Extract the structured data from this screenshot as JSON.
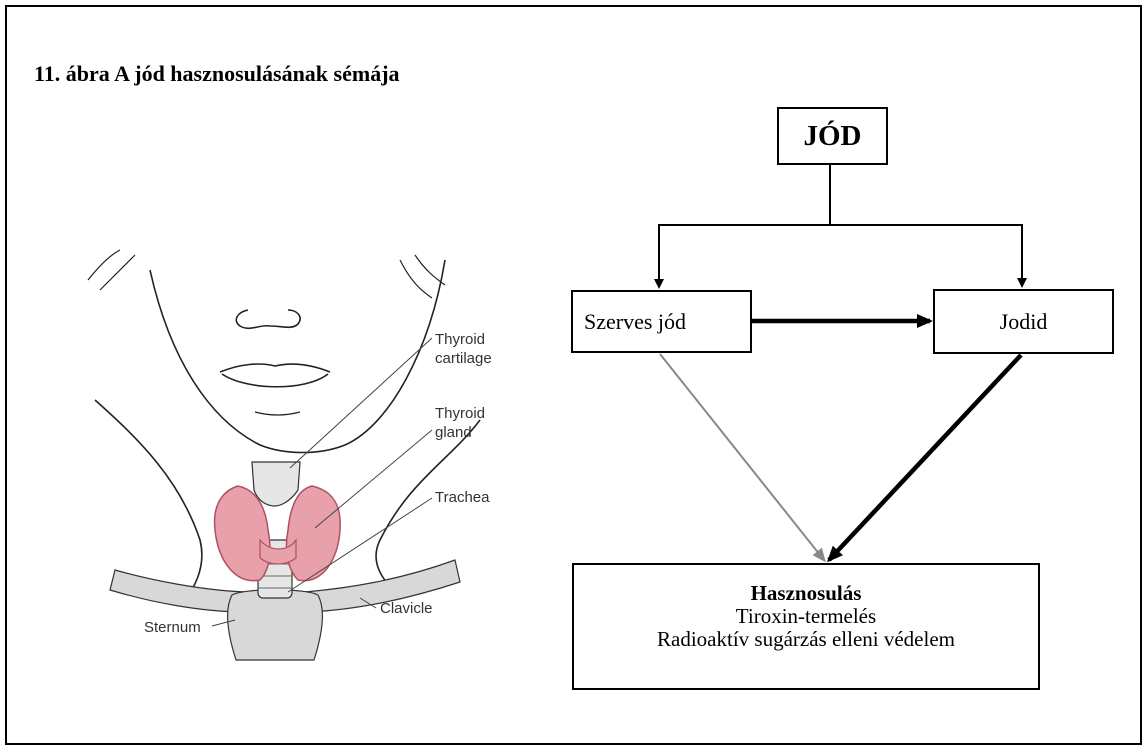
{
  "caption": "11. ábra A jód hasznosulásának sémája",
  "illustration": {
    "labels": {
      "thyroid_cartilage_line1": "Thyroid",
      "thyroid_cartilage_line2": "cartilage",
      "thyroid_gland_line1": "Thyroid",
      "thyroid_gland_line2": "gland",
      "trachea": "Trachea",
      "sternum": "Sternum",
      "clavicle": "Clavicle"
    },
    "colors": {
      "gland": "#e8a0aa",
      "gland_outline": "#b05060",
      "bone": "#d8d8d8"
    }
  },
  "flow": {
    "source": "JÓD",
    "organic": "Szerves jód",
    "iodide": "Jodid",
    "outcome": {
      "title": "Hasznosulás",
      "line1": "Tiroxin-termelés",
      "line2": "Radioaktív sugárzás elleni védelem"
    },
    "edges": [
      {
        "from": "JÓD",
        "to": "Szerves jód",
        "style": "medium"
      },
      {
        "from": "JÓD",
        "to": "Jodid",
        "style": "medium"
      },
      {
        "from": "Szerves jód",
        "to": "Jodid",
        "style": "thick"
      },
      {
        "from": "Szerves jód",
        "to": "Hasznosulás",
        "style": "thin-gray"
      },
      {
        "from": "Jodid",
        "to": "Hasznosulás",
        "style": "thick"
      }
    ]
  }
}
